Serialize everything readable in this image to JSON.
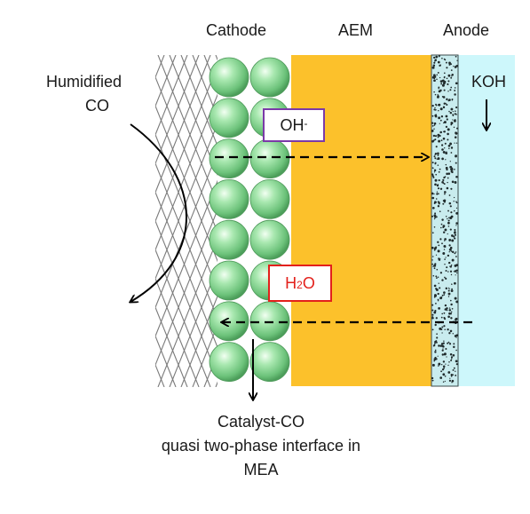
{
  "headers": {
    "cathode": "Cathode",
    "aem": "AEM",
    "anode": "Anode"
  },
  "inlet": {
    "line1": "Humidified",
    "line2": "CO"
  },
  "anode_feed": "KOH",
  "ion_box": {
    "base": "OH",
    "sup": "-"
  },
  "water_box": {
    "base": "H",
    "sub": "2",
    "tail": "O"
  },
  "caption": {
    "line1": "Catalyst-CO",
    "line2": "quasi two-phase interface in",
    "line3": "MEA"
  },
  "colors": {
    "aem": "#fcc12b",
    "anode": "#cdf7fb",
    "catalyst": "#7fd28a",
    "mesh": "#7a7a7a",
    "ion_box_border": "#7b3aa8",
    "water_box_border": "#e3201b",
    "water_text": "#e3201b"
  }
}
